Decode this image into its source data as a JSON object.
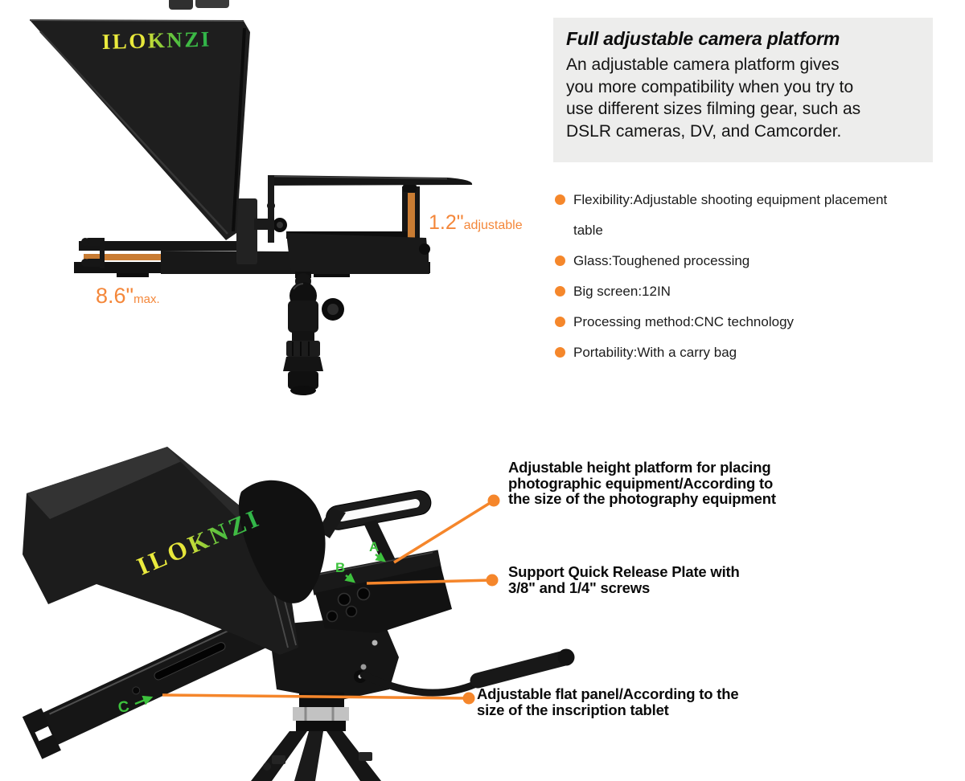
{
  "brand_logo": "ILOKNZI",
  "colors": {
    "accent_orange": "#f5862b",
    "dim_orange": "#f4873a",
    "label_green": "#3dc23d",
    "panel_gray": "#ededec",
    "rail_copper": "#c97c33"
  },
  "top": {
    "dim_adjustable": {
      "value": "1.2\"",
      "label": "adjustable"
    },
    "dim_max": {
      "value": "8.6\"",
      "label": "max."
    },
    "panel": {
      "title": "Full adjustable camera platform",
      "body": "An adjustable camera platform gives\nyou more compatibility when you try to\nuse different sizes filming gear, such as\nDSLR cameras, DV, and Camcorder."
    },
    "features": [
      {
        "text": "Flexibility:Adjustable shooting equipment placement\ntable"
      },
      {
        "text": "Glass:Toughened processing"
      },
      {
        "text": "Big screen:12IN"
      },
      {
        "text": "Processing method:CNC technology"
      },
      {
        "text": "Portability:With a carry bag"
      }
    ]
  },
  "bottom": {
    "part_labels": {
      "a": "A",
      "b": "B",
      "c": "C"
    },
    "callouts": [
      {
        "text": "Adjustable height platform for placing\nphotographic equipment/According to\nthe size of the photography equipment"
      },
      {
        "text": "Support Quick Release Plate with\n3/8\" and 1/4\" screws"
      },
      {
        "text": "Adjustable flat panel/According to the\nsize of the inscription tablet"
      }
    ]
  }
}
